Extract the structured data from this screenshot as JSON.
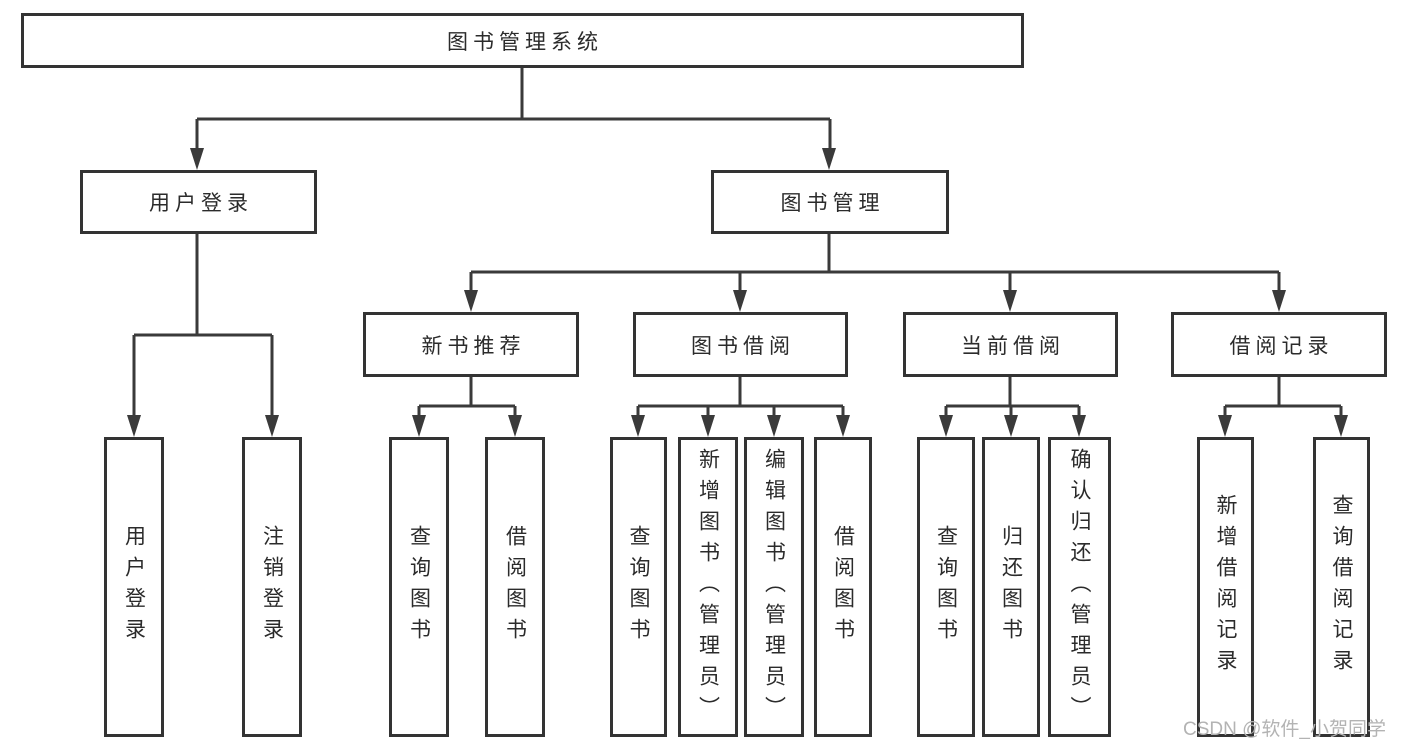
{
  "diagram": {
    "title": "图书管理系统",
    "type": "hierarchy-tree",
    "colors": {
      "line": "#3a3a3a",
      "box_border": "#333333",
      "box_fill": "#ffffff",
      "text": "#2b2b2b",
      "background": "#ffffff",
      "watermark": "#b3b3b3"
    },
    "nodes": {
      "root": {
        "label": "图书管理系统"
      },
      "l2_user_login": {
        "label": "用户登录"
      },
      "l2_book_mgmt": {
        "label": "图书管理"
      },
      "l3_new_book_rec": {
        "label": "新书推荐"
      },
      "l3_book_borrow": {
        "label": "图书借阅"
      },
      "l3_current_borrow": {
        "label": "当前借阅"
      },
      "l3_borrow_records": {
        "label": "借阅记录"
      },
      "leaf_user_login": {
        "label": "用户登录"
      },
      "leaf_logout": {
        "label": "注销登录"
      },
      "leaf_query_book_a": {
        "label": "查询图书"
      },
      "leaf_borrow_book_a": {
        "label": "借阅图书"
      },
      "leaf_query_book_b": {
        "label": "查询图书"
      },
      "leaf_add_book": {
        "label": "新增图书（管理员）"
      },
      "leaf_edit_book": {
        "label": "编辑图书（管理员）"
      },
      "leaf_borrow_book_b": {
        "label": "借阅图书"
      },
      "leaf_query_book_c": {
        "label": "查询图书"
      },
      "leaf_return_book": {
        "label": "归还图书"
      },
      "leaf_confirm_return": {
        "label": "确认归还（管理员）"
      },
      "leaf_add_record": {
        "label": "新增借阅记录"
      },
      "leaf_query_record": {
        "label": "查询借阅记录"
      }
    },
    "hierarchy": {
      "图书管理系统": [
        "用户登录",
        "图书管理"
      ],
      "用户登录": [
        "用户登录",
        "注销登录"
      ],
      "图书管理": [
        "新书推荐",
        "图书借阅",
        "当前借阅",
        "借阅记录"
      ],
      "新书推荐": [
        "查询图书",
        "借阅图书"
      ],
      "图书借阅": [
        "查询图书",
        "新增图书（管理员）",
        "编辑图书（管理员）",
        "借阅图书"
      ],
      "当前借阅": [
        "查询图书",
        "归还图书",
        "确认归还（管理员）"
      ],
      "借阅记录": [
        "新增借阅记录",
        "查询借阅记录"
      ]
    }
  },
  "watermark": {
    "text": "CSDN @软件_小贺同学"
  }
}
